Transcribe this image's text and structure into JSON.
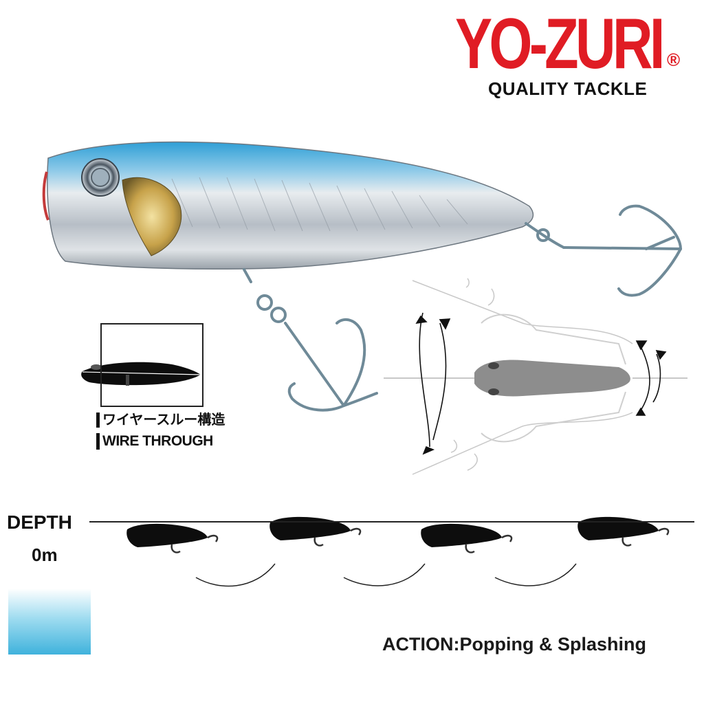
{
  "brand": {
    "logo": "YO-ZURI",
    "registered_mark": "®",
    "tagline": "QUALITY TACKLE",
    "color": "#e01c24"
  },
  "feature": {
    "label_jp": "ワイヤースルー構造",
    "label_en": "WIRE THROUGH"
  },
  "depth": {
    "label": "DEPTH",
    "surface": "0m"
  },
  "action": {
    "label": "ACTION:Popping & Splashing"
  },
  "colors": {
    "lure_back": "#3aa8d8",
    "lure_body": "#c9ced4",
    "water": "#3fb2dc"
  },
  "icons": [
    "popper-lure-image",
    "treble-hook-icon",
    "lure-silhouette-icon",
    "action-arrow-icon"
  ]
}
